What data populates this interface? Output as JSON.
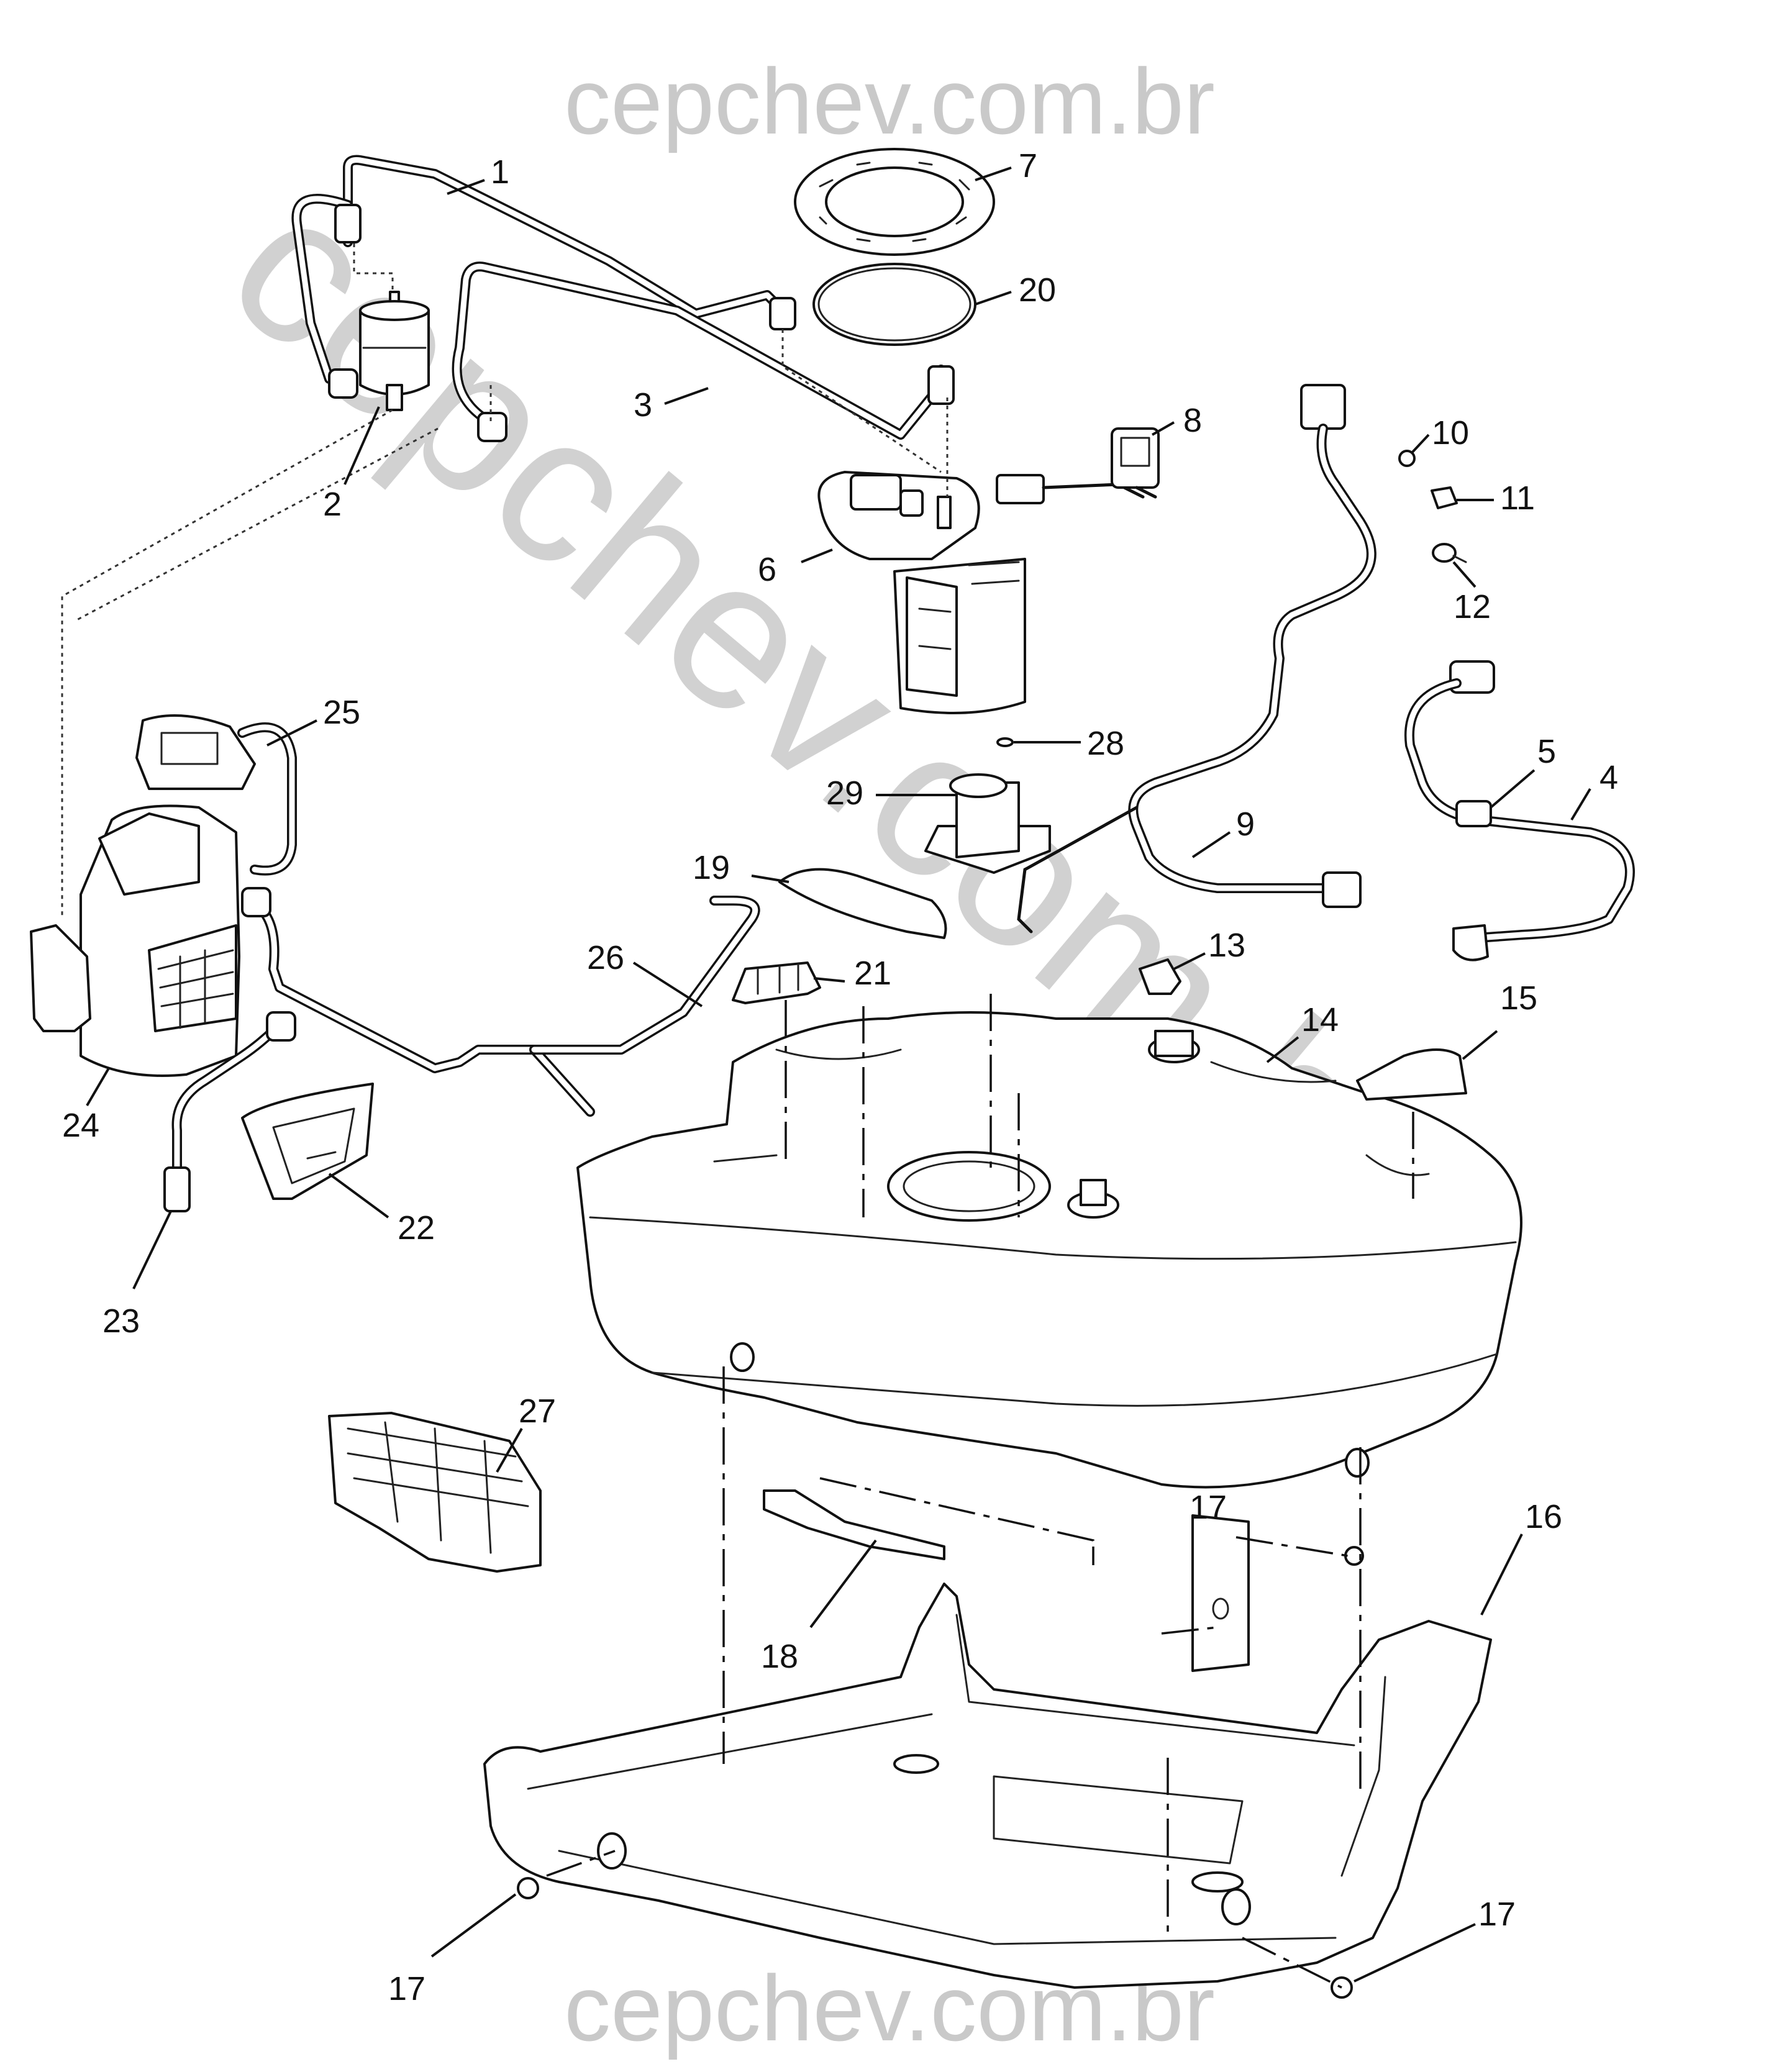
{
  "watermark": {
    "top": "cepchev.com.br",
    "diagonal": "cepchev.com.br",
    "bottom": "cepchev.com.br"
  },
  "callouts": [
    {
      "id": "c1",
      "label": "1"
    },
    {
      "id": "c2",
      "label": "2"
    },
    {
      "id": "c3",
      "label": "3"
    },
    {
      "id": "c4",
      "label": "4"
    },
    {
      "id": "c5",
      "label": "5"
    },
    {
      "id": "c6",
      "label": "6"
    },
    {
      "id": "c7",
      "label": "7"
    },
    {
      "id": "c8",
      "label": "8"
    },
    {
      "id": "c9",
      "label": "9"
    },
    {
      "id": "c10",
      "label": "10"
    },
    {
      "id": "c11",
      "label": "11"
    },
    {
      "id": "c12",
      "label": "12"
    },
    {
      "id": "c13",
      "label": "13"
    },
    {
      "id": "c14",
      "label": "14"
    },
    {
      "id": "c15",
      "label": "15"
    },
    {
      "id": "c16",
      "label": "16"
    },
    {
      "id": "c17a",
      "label": "17"
    },
    {
      "id": "c17b",
      "label": "17"
    },
    {
      "id": "c17c",
      "label": "17"
    },
    {
      "id": "c18",
      "label": "18"
    },
    {
      "id": "c19",
      "label": "19"
    },
    {
      "id": "c20",
      "label": "20"
    },
    {
      "id": "c21",
      "label": "21"
    },
    {
      "id": "c22",
      "label": "22"
    },
    {
      "id": "c23",
      "label": "23"
    },
    {
      "id": "c24",
      "label": "24"
    },
    {
      "id": "c25",
      "label": "25"
    },
    {
      "id": "c26",
      "label": "26"
    },
    {
      "id": "c27",
      "label": "27"
    },
    {
      "id": "c28",
      "label": "28"
    },
    {
      "id": "c29",
      "label": "29"
    }
  ]
}
